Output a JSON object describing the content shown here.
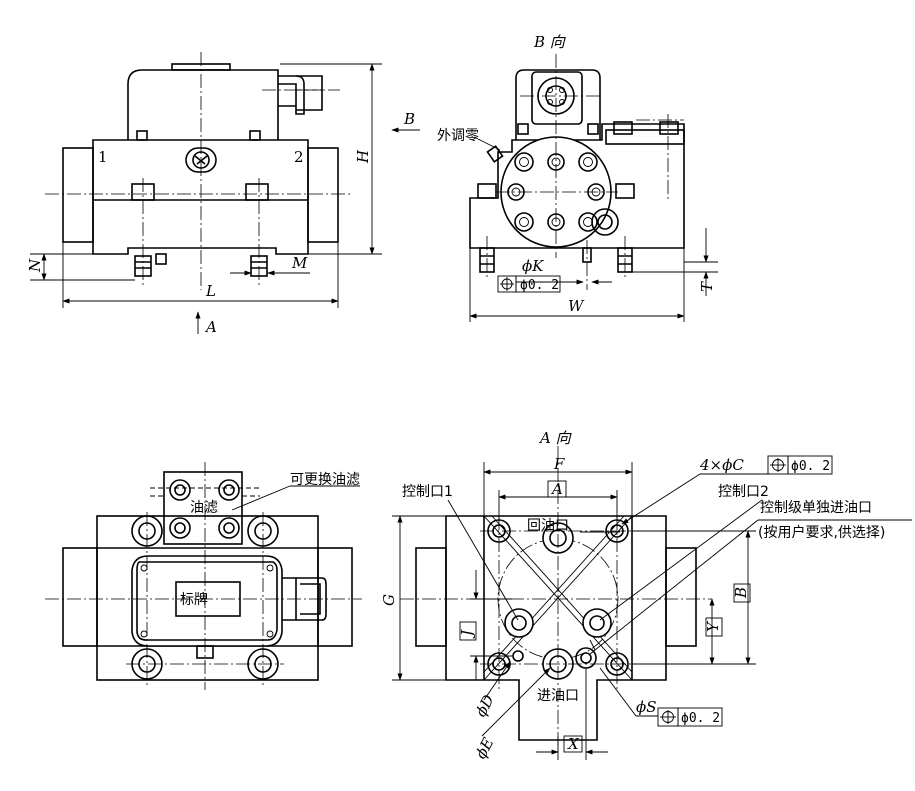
{
  "front_view": {
    "label_1": "1",
    "label_2": "2",
    "dim_L": "L",
    "dim_H": "H",
    "dim_N": "N",
    "dim_M": "M",
    "arrow_A": "A",
    "arrow_B": "B"
  },
  "side_view": {
    "title": "B 向",
    "external_zero_label": "外调零",
    "dim_K": "ϕK",
    "dim_T": "T",
    "dim_W": "W",
    "tolerance_value": "ϕ0. 2"
  },
  "top_view": {
    "filter_label": "油滤",
    "replaceable_filter_label": "可更换油滤",
    "nameplate_label": "标牌"
  },
  "port_view": {
    "title": "A 向",
    "dim_F": "F",
    "dim_A": "A",
    "dim_G": "G",
    "dim_B": "B",
    "dim_Y": "Y",
    "dim_J": "J",
    "dim_X": "X",
    "dim_D": "ϕD",
    "dim_E": "ϕE",
    "dim_S": "ϕS",
    "holes_label": "4×ϕC",
    "tolerance_value_1": "ϕ0. 2",
    "tolerance_value_2": "ϕ0. 2",
    "control_port_1": "控制口1",
    "control_port_2": "控制口2",
    "return_port": "回油口",
    "inlet_port": "进油口",
    "pilot_inlet": "控制级单独进油口",
    "pilot_note": "(按用户要求,供选择)"
  }
}
